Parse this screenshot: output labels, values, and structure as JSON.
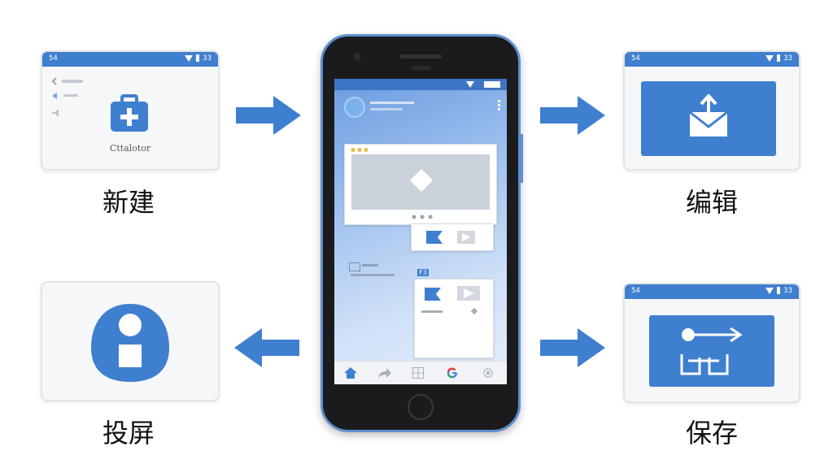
{
  "captions": {
    "new": "新建",
    "edit": "编辑",
    "cast": "投屏",
    "save": "保存"
  },
  "cards": {
    "new": {
      "status_left": "54",
      "status_right": "33",
      "label": "Cttalotor"
    },
    "edit": {
      "status_left": "54",
      "status_right": "33"
    },
    "save": {
      "status_left": "54",
      "status_right": "33"
    }
  },
  "phone": {
    "mini_badge": "F3"
  },
  "colors": {
    "accent": "#3f7fcf",
    "card_bg": "#f6f7f9",
    "phone_body": "#1b1b1d"
  },
  "icons": {
    "new": "medical-kit-plus-icon",
    "edit": "envelope-upload-icon",
    "cast": "lock-icon",
    "save": "flow-arrow-icon"
  }
}
